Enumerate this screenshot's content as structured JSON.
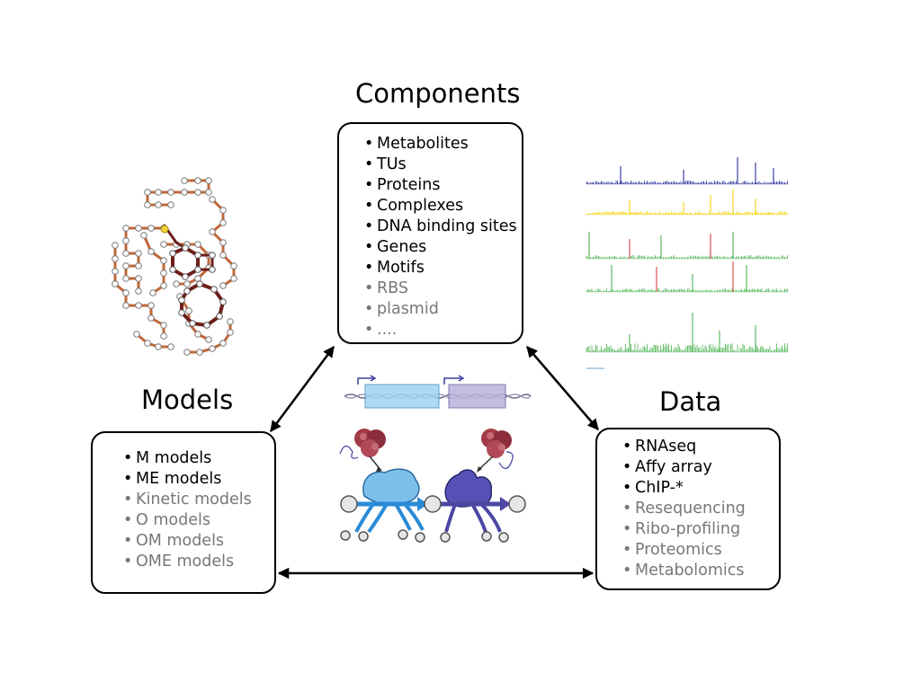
{
  "titles": {
    "components": "Components",
    "models": "Models",
    "data": "Data"
  },
  "components": {
    "items": [
      {
        "label": "Metabolites",
        "status": "dark"
      },
      {
        "label": "TUs",
        "status": "dark"
      },
      {
        "label": "Proteins",
        "status": "dark"
      },
      {
        "label": "Complexes",
        "status": "dark"
      },
      {
        "label": "DNA binding sites",
        "status": "dark"
      },
      {
        "label": "Genes",
        "status": "dark"
      },
      {
        "label": "Motifs",
        "status": "dark"
      },
      {
        "label": "RBS",
        "status": "grey"
      },
      {
        "label": "plasmid",
        "status": "grey"
      },
      {
        "label": "....",
        "status": "grey"
      }
    ]
  },
  "models": {
    "items": [
      {
        "label": "M models",
        "status": "dark"
      },
      {
        "label": "ME models",
        "status": "dark"
      },
      {
        "label": "Kinetic models",
        "status": "grey"
      },
      {
        "label": "O models",
        "status": "grey"
      },
      {
        "label": "OM models",
        "status": "grey"
      },
      {
        "label": "OME models",
        "status": "grey"
      }
    ]
  },
  "data": {
    "items": [
      {
        "label": "RNAseq",
        "status": "dark"
      },
      {
        "label": "Affy array",
        "status": "dark"
      },
      {
        "label": "ChIP-*",
        "status": "dark"
      },
      {
        "label": "Resequencing",
        "status": "grey"
      },
      {
        "label": "Ribo-profiling",
        "status": "grey"
      },
      {
        "label": "Proteomics",
        "status": "grey"
      },
      {
        "label": "Metabolomics",
        "status": "grey"
      }
    ]
  },
  "bullet": "•",
  "colors": {
    "dark_text": "#000000",
    "grey_text": "#777777",
    "network_edge": "#c0673a",
    "network_edge_dark": "#6e1f1a",
    "track_blue": "#3b3f9e",
    "track_yellow": "#f2d41a",
    "track_green": "#5dbb63",
    "track_red": "#d9534f",
    "gene_box_1": "#9fd3f0",
    "gene_box_2": "#bab3dc",
    "enzyme_1": "#2a8bd6",
    "enzyme_2": "#4b47a3",
    "ribosome": "#a33a48"
  }
}
